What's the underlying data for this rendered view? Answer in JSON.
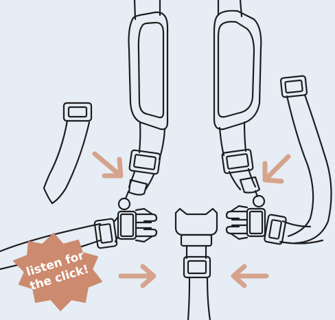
{
  "callout": {
    "line1": "listen for",
    "line2": "the click!"
  },
  "colors": {
    "background": "#e6edf4",
    "line": "#1d1d1f",
    "arrow": "#d6a38c",
    "burst": "#cc8a6e",
    "burst_text": "#ffffff"
  },
  "icons": [
    "harness-strap-illustration",
    "buckle-illustration",
    "direction-arrow",
    "starburst-badge"
  ]
}
